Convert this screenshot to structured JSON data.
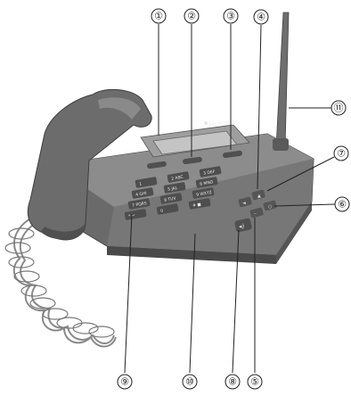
{
  "brand": "LG-NORTEL",
  "keypad_keys": [
    {
      "label": "1"
    },
    {
      "label": "2 ABC"
    },
    {
      "label": "3 DEF"
    },
    {
      "label": "4 GHI"
    },
    {
      "label": "5 JKL"
    },
    {
      "label": "6 MNO"
    },
    {
      "label": "7 PQRS"
    },
    {
      "label": "8 TUV"
    },
    {
      "label": "9 WXYZ"
    },
    {
      "label": "* ↵"
    },
    {
      "label": "0"
    },
    {
      "label": "# ■"
    }
  ],
  "callouts": [
    {
      "label": "①"
    },
    {
      "label": "②"
    },
    {
      "label": "③"
    },
    {
      "label": "④"
    },
    {
      "label": "⑪"
    },
    {
      "label": "⑦"
    },
    {
      "label": "⑥"
    },
    {
      "label": "⑨"
    },
    {
      "label": "⑩"
    },
    {
      "label": "⑧"
    },
    {
      "label": "⑤"
    }
  ],
  "colors": {
    "body_dark": "#5e5e5e",
    "body_mid": "#7a7a7a",
    "body_light": "#9a9a9a",
    "display": "#b9b9b9",
    "cord": "#8a8a8a"
  }
}
